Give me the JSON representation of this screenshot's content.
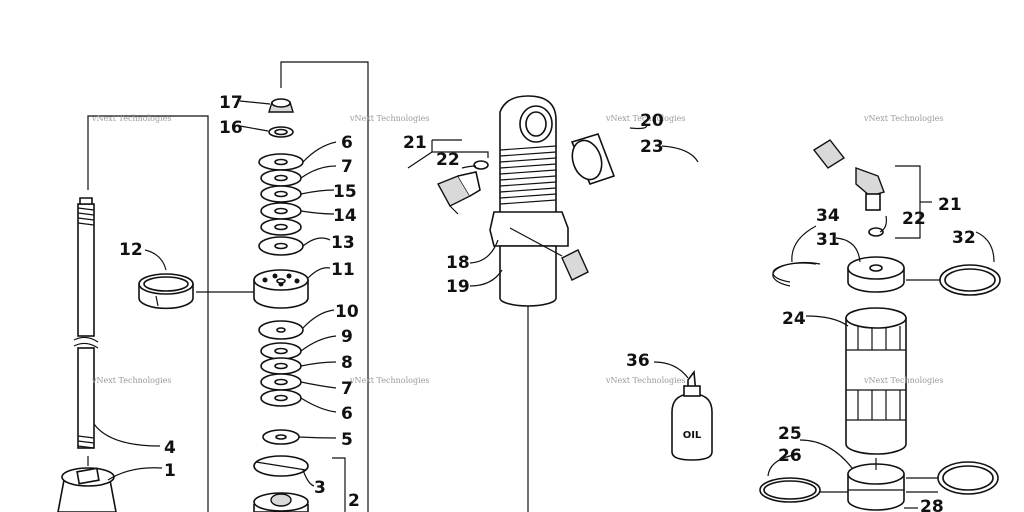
{
  "watermark": "vNext Technologies",
  "bottle_label": "OIL",
  "callouts": {
    "c1": "1",
    "c2": "2",
    "c3": "3",
    "c4": "4",
    "c5": "5",
    "c6a": "6",
    "c6b": "6",
    "c7a": "7",
    "c7b": "7",
    "c8": "8",
    "c9": "9",
    "c10": "10",
    "c11": "11",
    "c12": "12",
    "c13": "13",
    "c14": "14",
    "c15": "15",
    "c16": "16",
    "c17": "17",
    "c18": "18",
    "c19": "19",
    "c20": "20",
    "c21a": "21",
    "c21b": "21",
    "c22a": "22",
    "c22b": "22",
    "c23": "23",
    "c24": "24",
    "c25": "25",
    "c26": "26",
    "c28": "28",
    "c31": "31",
    "c32": "32",
    "c34": "34",
    "c36": "36"
  }
}
